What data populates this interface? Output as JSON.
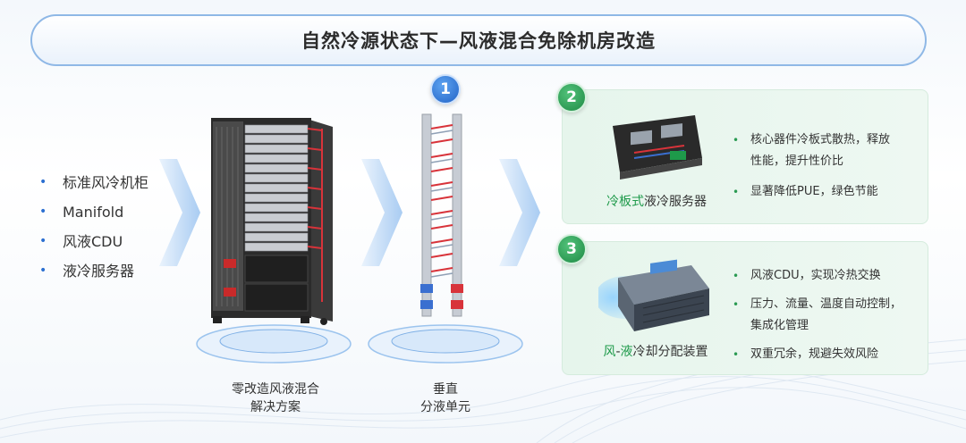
{
  "title": "自然冷源状态下—风液混合免除机房改造",
  "left_list": {
    "items": [
      "标准风冷机柜",
      "Manifold",
      "风液CDU",
      "液冷服务器"
    ]
  },
  "rack_caption": {
    "line1": "零改造风液混合",
    "line2": "解决方案"
  },
  "manifold_caption": {
    "line1": "垂直",
    "line2": "分液单元"
  },
  "badges": {
    "one": "1",
    "two": "2",
    "three": "3"
  },
  "panel1": {
    "label_green": "冷板式",
    "label_rest": "液冷服务器",
    "bullets": [
      "核心器件冷板式散热，释放",
      "性能，提升性价比",
      "显著降低PUE，绿色节能"
    ]
  },
  "panel2": {
    "label_green_a": "风",
    "label_dash": "-",
    "label_green_b": "液",
    "label_rest": "冷却分配装置",
    "bullets": [
      "风液CDU，实现冷热交换",
      "压力、流量、温度自动控制，",
      "集成化管理",
      "双重冗余，规避失效风险"
    ]
  },
  "colors": {
    "accent_blue": "#2b6fd1",
    "accent_green": "#1e9a4a",
    "panel_bg": "#e6f5ec",
    "pipe_red": "#d8333a",
    "pipe_blue": "#3a6fd0"
  }
}
